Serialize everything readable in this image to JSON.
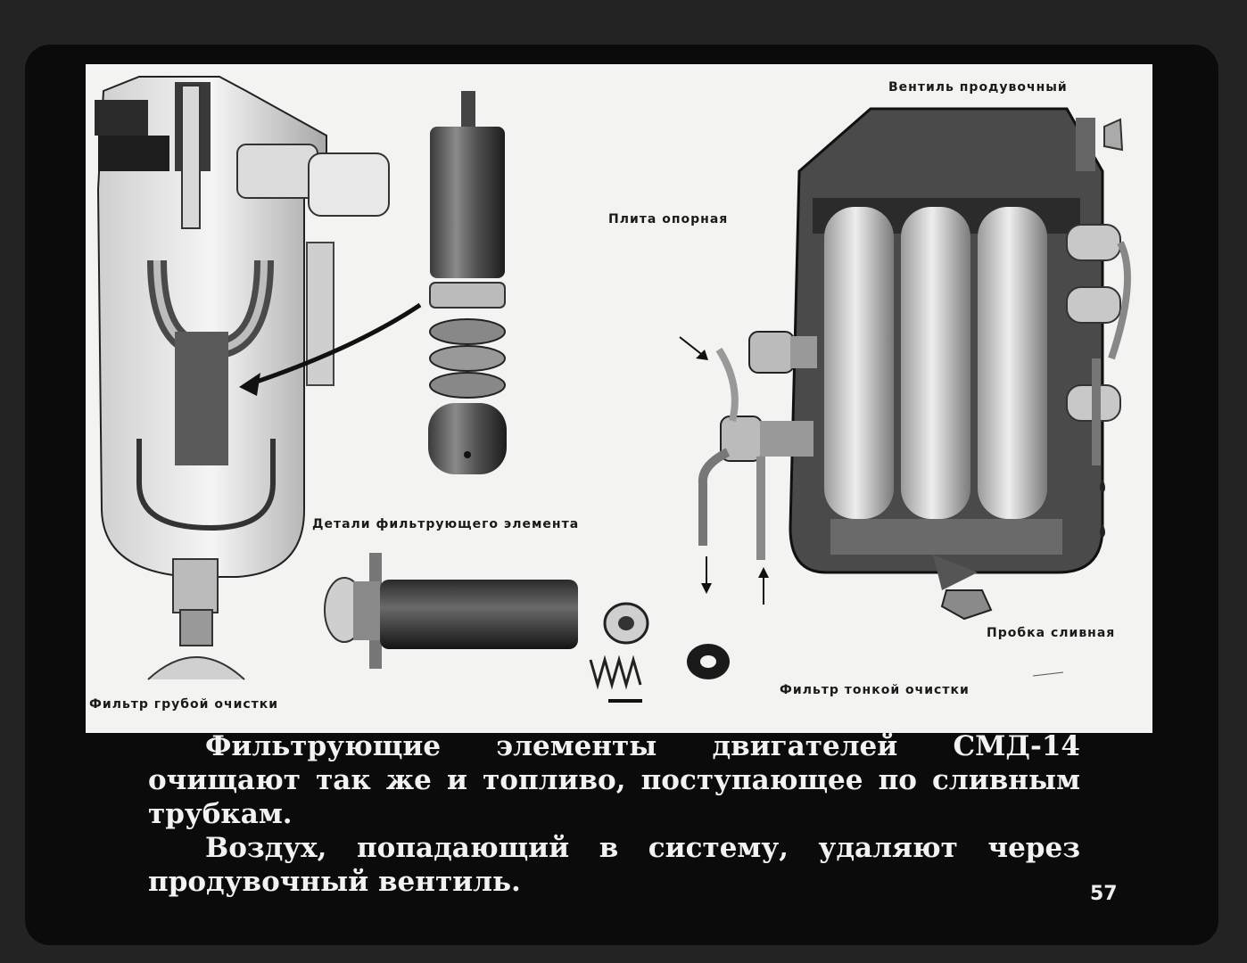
{
  "labels": {
    "valve": "Вентиль продувочный",
    "plate": "Плита опорная",
    "details": "Детали фильтрующего элемента",
    "drain": "Пробка сливная",
    "fine": "Фильтр тонкой очистки",
    "coarse": "Фильтр грубой очистки"
  },
  "caption": {
    "p1": "Фильтрующие элементы двигателей СМД-14 очищают так же и топливо, поступающее по сливным трубкам.",
    "p2": "Воздух, попадающий в систему, удаляют через продувочный вентиль."
  },
  "page_number": "57",
  "colors": {
    "plate_bg": "#f3f3f1",
    "frame": "#0b0b0b",
    "caption_text": "#f2f2f2"
  }
}
